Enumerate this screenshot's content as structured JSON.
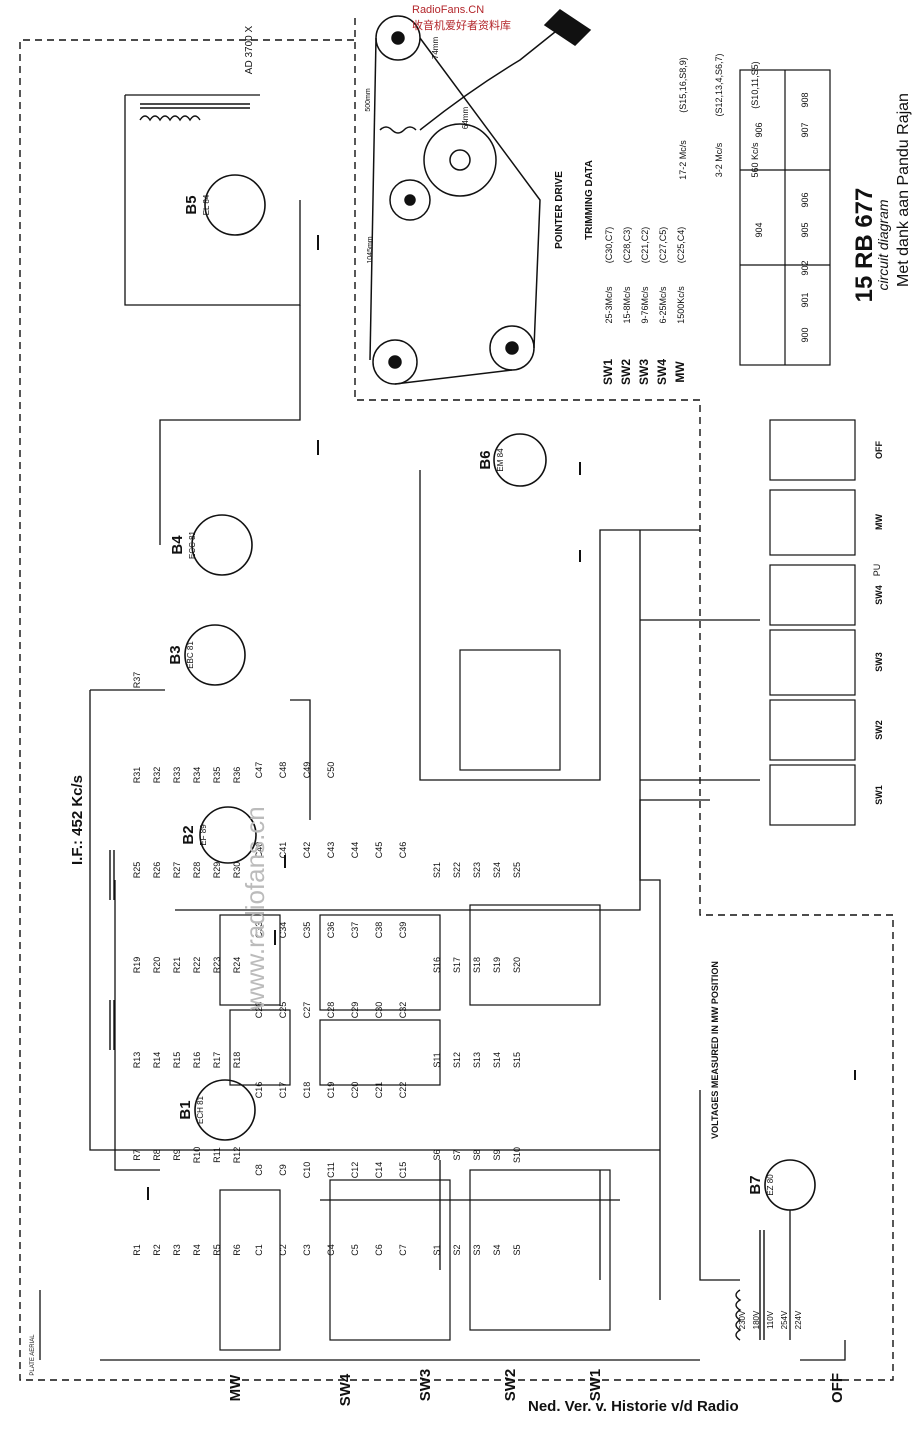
{
  "watermark": {
    "site": "RadioFans.CN",
    "subtitle": "收音机爱好者资料库",
    "center": "www.radiofans.cn"
  },
  "header": {
    "model": "15 RB 677",
    "subtitle": "circuit diagram",
    "credit": "Met dank aan Pandu Rajan"
  },
  "footer": {
    "credit": "Ned. Ver. v. Historie v/d Radio"
  },
  "notes": {
    "voltages": "VOLTAGES MEASURED IN MW POSITION",
    "pointer_drive": "POINTER DRIVE",
    "if_freq": "I.F.: 452 Kc/s",
    "plate_aerial": "PLATE AERIAL",
    "pu": "PU",
    "ad_speaker": "AD 3700 X",
    "dim1": "74mm",
    "dim2": "64mm",
    "dim3": "500mm",
    "dim4": "1045mm"
  },
  "trimming": {
    "title": "TRIMMING DATA",
    "bands": [
      {
        "band": "SW1",
        "range": "25-3Mc/s",
        "caps": "(C30,C7)",
        "freq": "17-2 Mc/s",
        "coils": "(S15,16,S8,9)"
      },
      {
        "band": "SW2",
        "range": "15-8Mc/s",
        "caps": "(C28,C3)",
        "freq": "",
        "coils": ""
      },
      {
        "band": "SW3",
        "range": "9-76Mc/s",
        "caps": "(C21,C2)",
        "freq": "3-2 Mc/s",
        "coils": "(S12,13,4,S6,7)"
      },
      {
        "band": "SW4",
        "range": "6-25Mc/s",
        "caps": "(C27,C5)",
        "freq": "",
        "coils": ""
      },
      {
        "band": "MW",
        "range": "1500Kc/s",
        "caps": "(C25,C4)",
        "freq": "560 Kc/s",
        "coils": "(S10,11,S5)"
      }
    ]
  },
  "tubes": [
    {
      "id": "B1",
      "type": "ECH 81"
    },
    {
      "id": "B2",
      "type": "EF 89"
    },
    {
      "id": "B3",
      "type": "EBC 81"
    },
    {
      "id": "B4",
      "type": "ECC 81"
    },
    {
      "id": "B5",
      "type": "EL 84"
    },
    {
      "id": "B6",
      "type": "EM 84"
    },
    {
      "id": "B7",
      "type": "EZ 80"
    }
  ],
  "switch_labels": [
    "SW1",
    "SW2",
    "SW3",
    "SW4",
    "MW",
    "OFF"
  ],
  "switch_blocks": [
    "OFF",
    "MW",
    "SW4",
    "SW3",
    "SW2",
    "SW1"
  ],
  "legend_codes": [
    "900",
    "901",
    "902",
    "904",
    "905",
    "906",
    "906",
    "907",
    "908"
  ],
  "components": {
    "resistors": [
      "R1",
      "R2",
      "R3",
      "R4",
      "R5",
      "R6",
      "R7",
      "R8",
      "R9",
      "R10",
      "R11",
      "R12",
      "R13",
      "R14",
      "R15",
      "R16",
      "R17",
      "R18",
      "R19",
      "R20",
      "R21",
      "R22",
      "R23",
      "R24",
      "R25",
      "R26",
      "R27",
      "R28",
      "R29",
      "R30",
      "R31",
      "R32",
      "R33",
      "R34",
      "R35",
      "R36",
      "R37"
    ],
    "capacitors": [
      "C1",
      "C2",
      "C3",
      "C4",
      "C5",
      "C6",
      "C7",
      "C8",
      "C9",
      "C10",
      "C11",
      "C12",
      "C14",
      "C15",
      "C16",
      "C17",
      "C18",
      "C19",
      "C20",
      "C21",
      "C22",
      "C23",
      "C25",
      "C27",
      "C28",
      "C29",
      "C30",
      "C32",
      "C33",
      "C34",
      "C35",
      "C36",
      "C37",
      "C38",
      "C39",
      "C40",
      "C41",
      "C42",
      "C43",
      "C44",
      "C45",
      "C46",
      "C47",
      "C48",
      "C49",
      "C50"
    ],
    "coils": [
      "S1",
      "S2",
      "S3",
      "S4",
      "S5",
      "S6",
      "S7",
      "S8",
      "S9",
      "S10",
      "S11",
      "S12",
      "S13",
      "S14",
      "S15",
      "S16",
      "S17",
      "S18",
      "S19",
      "S20",
      "S21",
      "S22",
      "S23",
      "S24",
      "S25"
    ],
    "mains": [
      "230V",
      "180V",
      "110V",
      "254V",
      "224V"
    ]
  }
}
